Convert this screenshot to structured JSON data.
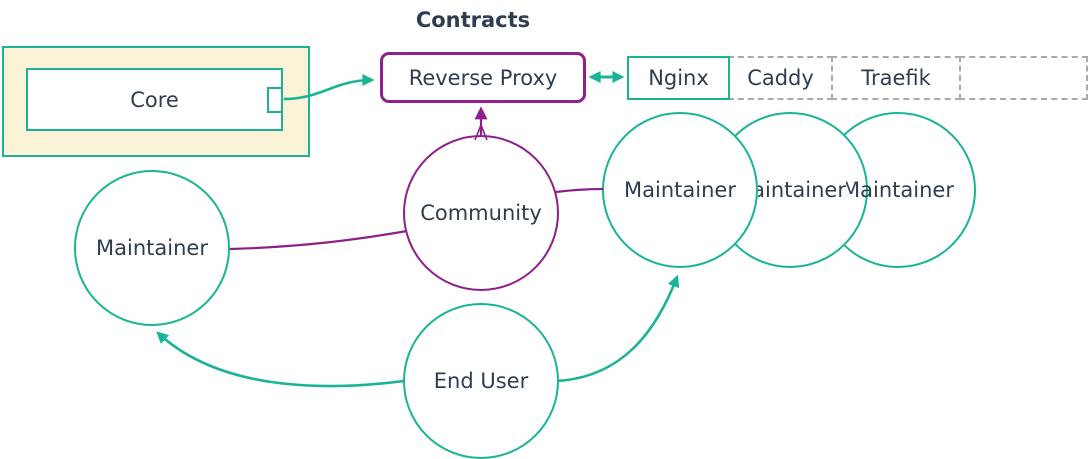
{
  "title": "Contracts",
  "colors": {
    "teal": "#19B495",
    "purple": "#8E1F8B",
    "text": "#2E3E50",
    "coreFill": "#FBF3D7",
    "dashed": "#A9A9A9"
  },
  "nodes": {
    "core": {
      "label": "Core"
    },
    "reverse_proxy": {
      "label": "Reverse Proxy"
    },
    "community": {
      "label": "Community"
    },
    "end_user": {
      "label": "End User"
    },
    "maintainer_left": {
      "label": "Maintainer"
    },
    "maintainer_1": {
      "label": "Maintainer"
    },
    "maintainer_2": {
      "label": "Maintainer"
    },
    "maintainer_3": {
      "label": "Maintainer"
    }
  },
  "proxy_options": {
    "cells": [
      {
        "label": "Nginx"
      },
      {
        "label": "Caddy"
      },
      {
        "label": "Traefik"
      },
      {
        "label": ""
      }
    ]
  }
}
